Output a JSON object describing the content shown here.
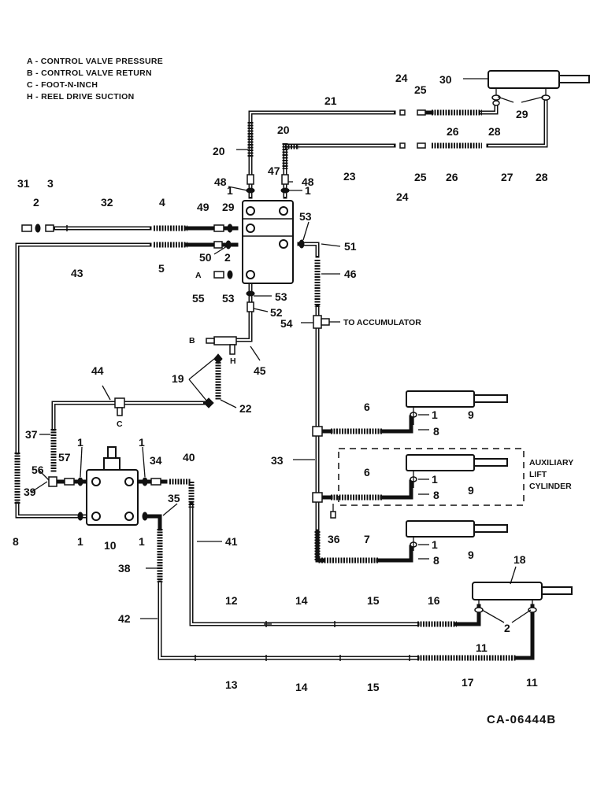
{
  "legend": [
    {
      "key": "A",
      "text": "A - CONTROL VALVE PRESSURE"
    },
    {
      "key": "B",
      "text": "B - CONTROL VALVE RETURN"
    },
    {
      "key": "C",
      "text": "C - FOOT-N-INCH"
    },
    {
      "key": "H",
      "text": "H - REEL DRIVE SUCTION"
    }
  ],
  "annotations": {
    "to_accumulator": "TO ACCUMULATOR",
    "auxiliary_line1": "AUXILIARY",
    "auxiliary_line2": "LIFT",
    "auxiliary_line3": "CYLINDER",
    "port_a": "A",
    "port_b": "B",
    "port_c": "C",
    "port_h": "H"
  },
  "drawing_code": "CA-06444B",
  "part_numbers": [
    "1",
    "2",
    "3",
    "4",
    "5",
    "6",
    "7",
    "8",
    "9",
    "10",
    "11",
    "12",
    "13",
    "14",
    "15",
    "16",
    "17",
    "18",
    "19",
    "20",
    "21",
    "22",
    "23",
    "24",
    "25",
    "26",
    "27",
    "28",
    "29",
    "30",
    "31",
    "32",
    "33",
    "34",
    "35",
    "36",
    "37",
    "38",
    "39",
    "40",
    "41",
    "42",
    "43",
    "44",
    "45",
    "46",
    "47",
    "48",
    "49",
    "50",
    "51",
    "52",
    "53",
    "54",
    "55",
    "56",
    "57"
  ],
  "colors": {
    "ink": "#111111",
    "paper": "#ffffff"
  }
}
